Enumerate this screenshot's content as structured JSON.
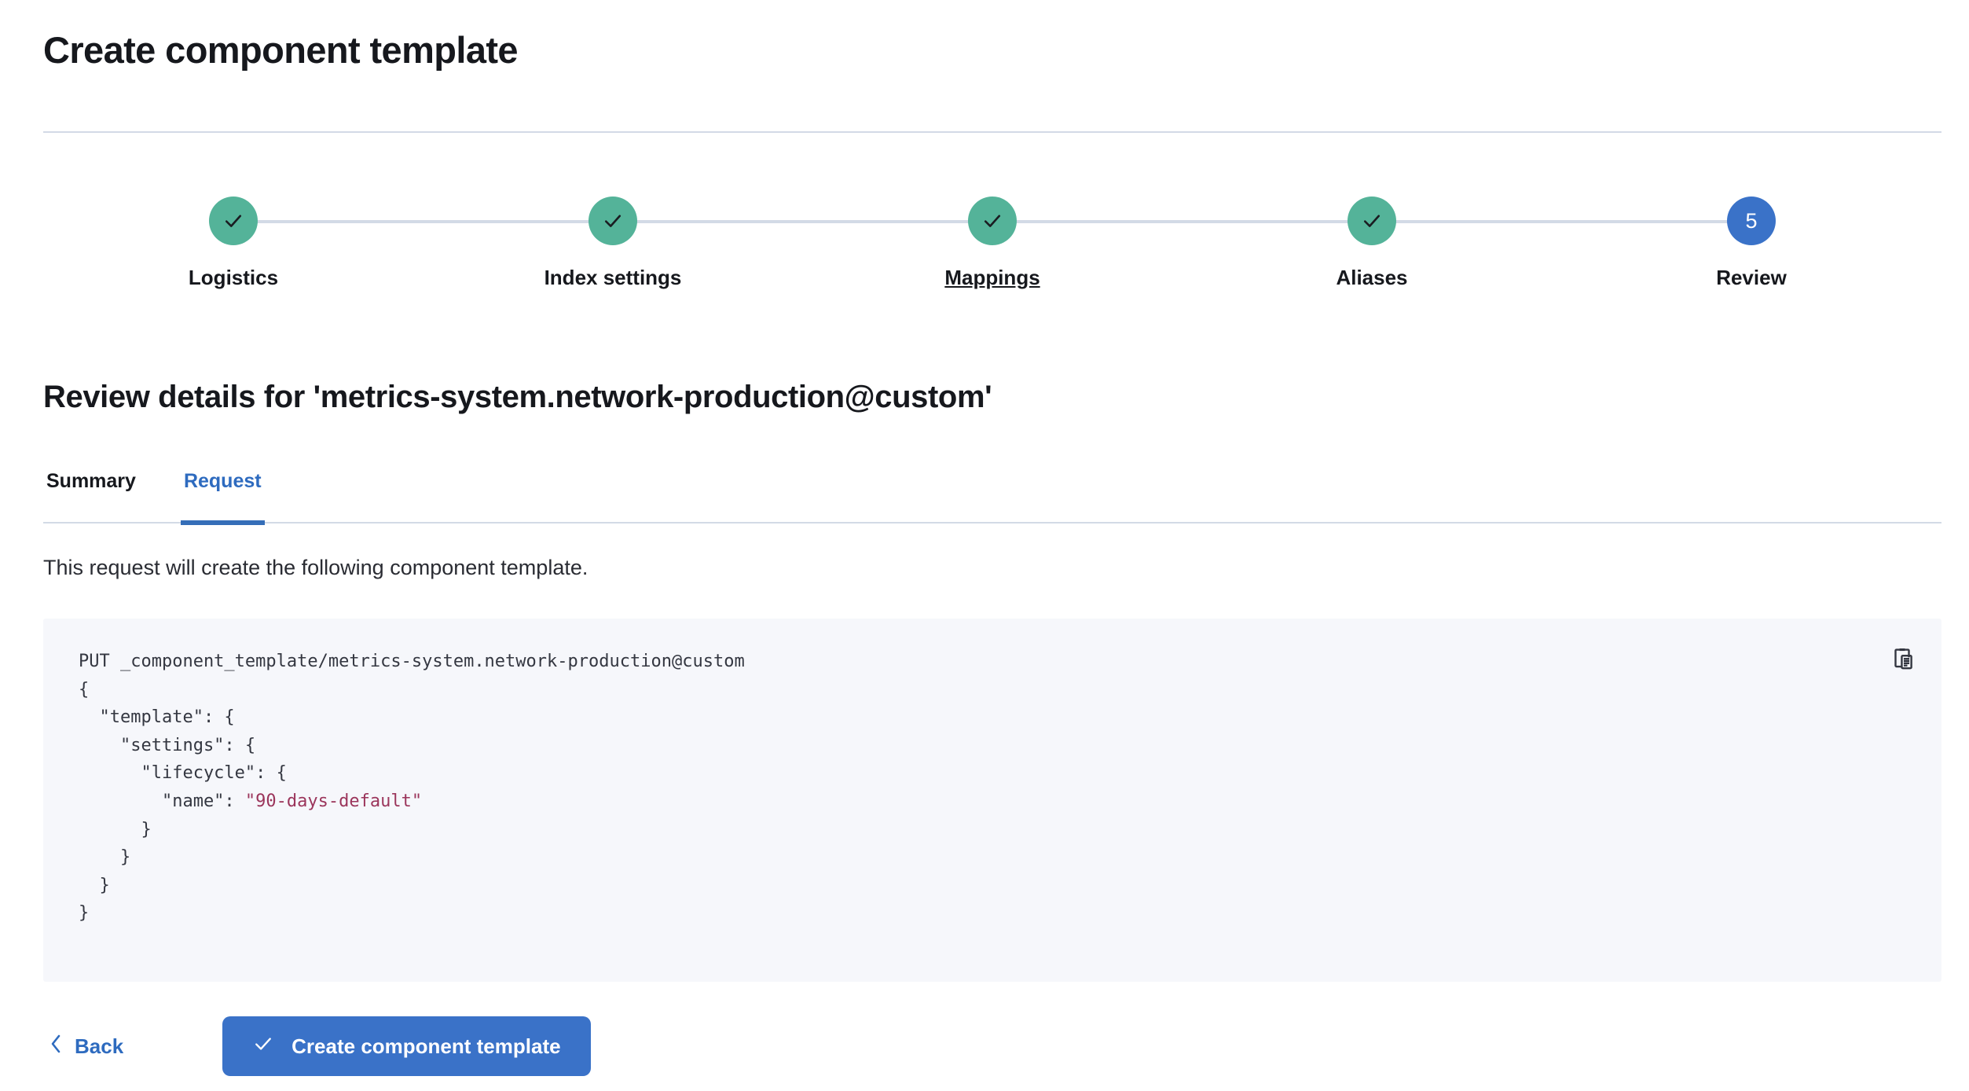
{
  "header": {
    "title": "Create component template"
  },
  "stepper": {
    "steps": [
      {
        "label": "Logistics",
        "state": "done",
        "icon": "check-icon",
        "number": "1",
        "hovered": false
      },
      {
        "label": "Index settings",
        "state": "done",
        "icon": "check-icon",
        "number": "2",
        "hovered": false
      },
      {
        "label": "Mappings",
        "state": "done",
        "icon": "check-icon",
        "number": "3",
        "hovered": true
      },
      {
        "label": "Aliases",
        "state": "done",
        "icon": "check-icon",
        "number": "4",
        "hovered": false
      },
      {
        "label": "Review",
        "state": "current",
        "icon": "step-number",
        "number": "5",
        "hovered": false
      }
    ],
    "done_color": "#54B399",
    "current_color": "#3A72C8",
    "line_color": "#D3DAE6"
  },
  "section": {
    "heading": "Review details for 'metrics-system.network-production@custom'"
  },
  "tabs": [
    {
      "label": "Summary",
      "active": false
    },
    {
      "label": "Request",
      "active": true
    }
  ],
  "main": {
    "description": "This request will create the following component template.",
    "code": {
      "line1": "PUT _component_template/metrics-system.network-production@custom",
      "line2": "{",
      "line3": "  \"template\": {",
      "line4": "    \"settings\": {",
      "line5": "      \"lifecycle\": {",
      "line6_key": "        \"name\": ",
      "line6_value": "\"90-days-default\"",
      "line7": "      }",
      "line8": "    }",
      "line9": "  }",
      "line10": "}",
      "string_color": "#9B355B"
    },
    "copy_icon": "copy-clipboard-icon"
  },
  "footer": {
    "back_label": "Back",
    "back_icon": "chevron-left-icon",
    "create_label": "Create component template",
    "create_icon": "check-icon",
    "accent_color": "#3A72C8"
  }
}
